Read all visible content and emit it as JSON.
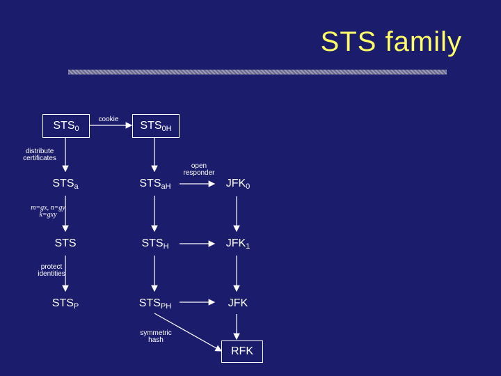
{
  "title": "STS family",
  "nodes": {
    "sts0": {
      "base": "STS",
      "sub": "0"
    },
    "sts0h": {
      "base": "STS",
      "sub": "0H"
    },
    "stsa": {
      "base": "STS",
      "sub": "a"
    },
    "stsah": {
      "base": "STS",
      "sub": "aH"
    },
    "jfk0": {
      "base": "JFK",
      "sub": "0"
    },
    "sts": {
      "base": "STS",
      "sub": ""
    },
    "stsh": {
      "base": "STS",
      "sub": "H"
    },
    "jfk1": {
      "base": "JFK",
      "sub": "1"
    },
    "stsp": {
      "base": "STS",
      "sub": "P"
    },
    "stsph": {
      "base": "STS",
      "sub": "PH"
    },
    "jfk": {
      "base": "JFK",
      "sub": ""
    },
    "rfk": {
      "base": "RFK",
      "sub": ""
    }
  },
  "labels": {
    "cookie": "cookie",
    "distribute_certificates": "distribute certificates",
    "open_responder": "open responder",
    "formula_line1": "m=gx, n=gy",
    "formula_line2": "k=gxy",
    "protect_identities": "protect identities",
    "symmetric_hash": "symmetric hash"
  }
}
